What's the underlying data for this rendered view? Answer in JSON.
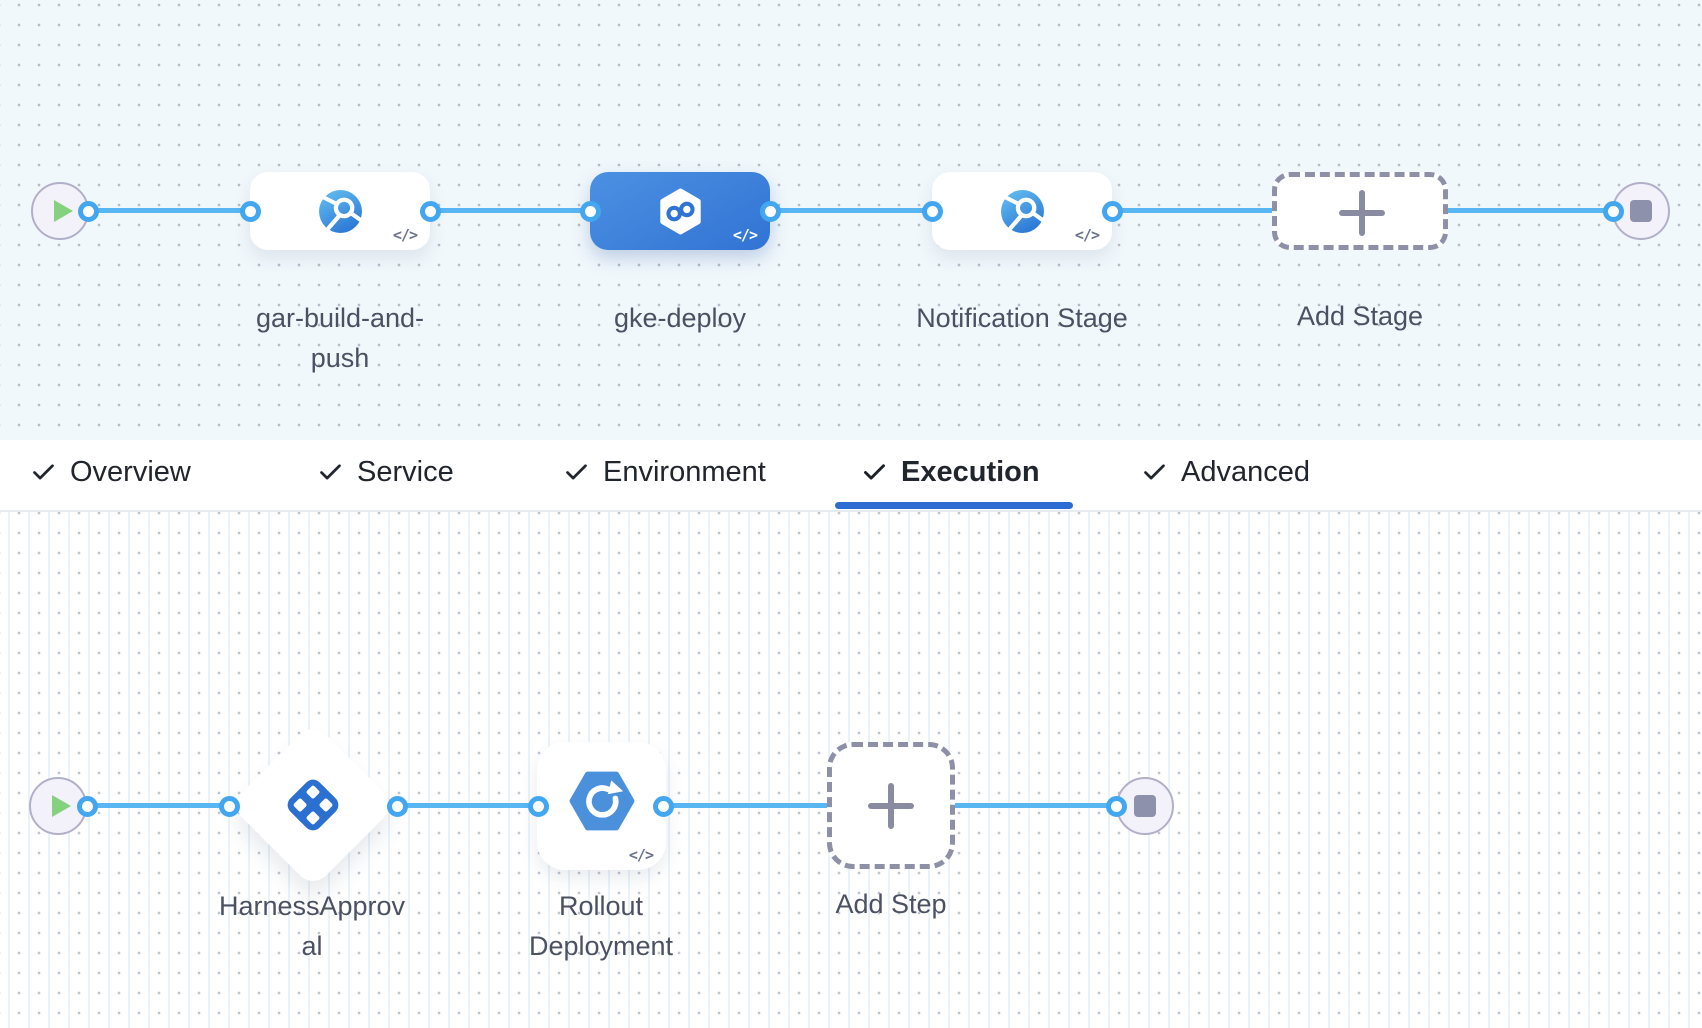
{
  "pipeline_studio": {
    "tabs": [
      {
        "label": "Overview",
        "checked": true,
        "active": false
      },
      {
        "label": "Service",
        "checked": true,
        "active": false
      },
      {
        "label": "Environment",
        "checked": true,
        "active": false
      },
      {
        "label": "Execution",
        "checked": true,
        "active": true
      },
      {
        "label": "Advanced",
        "checked": true,
        "active": false
      }
    ],
    "stage_flow": {
      "start_node": "play",
      "end_node": "stop",
      "stages": [
        {
          "label": "gar-build-and-push",
          "type": "custom-stage",
          "selected": false
        },
        {
          "label": "gke-deploy",
          "type": "deploy-stage",
          "selected": true
        },
        {
          "label": "Notification Stage",
          "type": "custom-stage",
          "selected": false
        }
      ],
      "add_button_label": "Add Stage"
    },
    "execution_flow": {
      "start_node": "play",
      "end_node": "stop",
      "steps": [
        {
          "label": "HarnessApproval",
          "type": "harness-approval"
        },
        {
          "label": "Rollout Deployment",
          "type": "rollout-deployment"
        }
      ],
      "add_button_label": "Add Step"
    },
    "icons": {
      "code_glyph": "</>"
    },
    "colors": {
      "canvas_top_bg": "#f1f8fc",
      "canvas_bottom_bg": "#ffffff",
      "connector_blue": "#58b6f2",
      "port_blue": "#42a7f0",
      "selected_stage_blue": "#3b82da",
      "tab_underline_blue": "#2c6cd3",
      "icon_blue": "#2b70d0",
      "play_green": "#84d27f",
      "node_gray": "#8e91ab",
      "label_text": "#4b5163"
    }
  }
}
